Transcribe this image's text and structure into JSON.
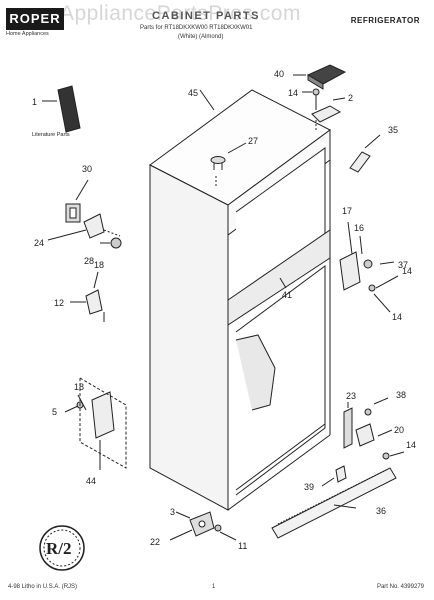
{
  "header": {
    "brand": "ROPER",
    "brand_sub": "Home Appliances",
    "watermark": "AppliancePartsPros.com",
    "section_title": "CABINET PARTS",
    "parts_for": "Parts for RT18DKXKW00 RT18DKXKW01",
    "colors": "(White) (Almond)",
    "category": "REFRIGERATOR"
  },
  "literature_label": "Literature Parts",
  "badge": "R/2",
  "callouts": {
    "c1": "1",
    "c2": "2",
    "c3": "3",
    "c5": "5",
    "c11": "11",
    "c12": "12",
    "c14a": "14",
    "c14b": "14",
    "c14c": "14",
    "c14d": "14",
    "c16": "16",
    "c17": "17",
    "c18a": "18",
    "c18b": "18",
    "c20": "20",
    "c22": "22",
    "c23": "23",
    "c24": "24",
    "c27": "27",
    "c28": "28",
    "c30": "30",
    "c35": "35",
    "c36": "36",
    "c37": "37",
    "c38": "38",
    "c39": "39",
    "c40": "40",
    "c41": "41",
    "c44": "44",
    "c45": "45"
  },
  "footer": {
    "left": "4-98 Litho in U.S.A. (RJS)",
    "page": "1",
    "part_no": "Part No. 4399279"
  }
}
